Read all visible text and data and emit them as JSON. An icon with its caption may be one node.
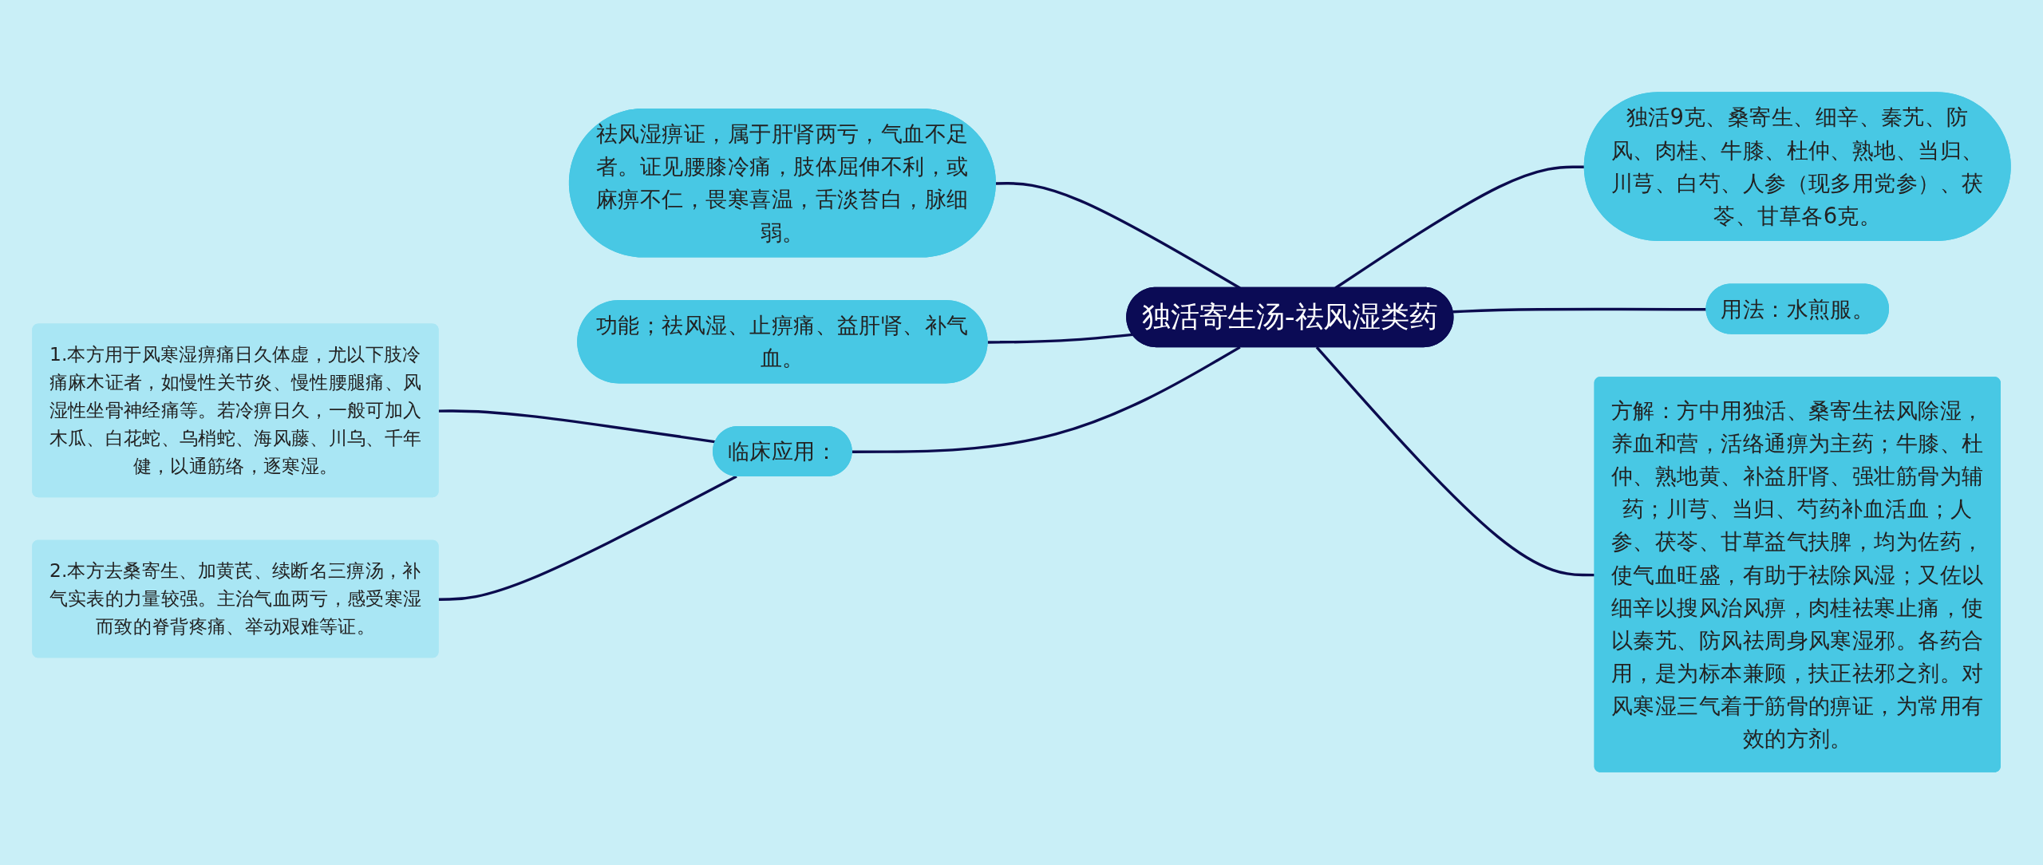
{
  "diagram": {
    "nodes": [
      {
        "text": [
          "独活寄生汤-祛风湿类药"
        ]
      },
      {
        "text": [
          "独活9克、桑寄生、细辛、秦艽、防风、肉桂、牛膝、杜仲、熟地、当归、川芎、白芍、人参（现多用党参）、茯苓、甘草各6克。"
        ]
      },
      {
        "text": [
          "用法：水煎服。"
        ]
      },
      {
        "text": [
          "方解：方中用独活、桑寄生祛风除湿，养血和营，活络通痹为主药；牛膝、杜仲、熟地黄、补益肝肾、强壮筋骨为辅药；川芎、当归、芍药补血活血；人参、茯苓、甘草益气扶脾，均为佐药，使气血旺盛，有助于祛除风湿；又佐以细辛以搜风治风痹，肉桂祛寒止痛，使以秦艽、防风祛周身风寒湿邪。各药合用，是为标本兼顾，扶正祛邪之剂。对风寒湿三气着于筋骨的痹证，为常用有效的方剂。"
        ]
      },
      {
        "text": [
          "祛风湿痹证，属于肝肾两亏，气血不足者。证见腰膝冷痛，肢体屈伸不利，或麻痹不仁，畏寒喜温，舌淡苔白，脉细弱。"
        ]
      },
      {
        "text": [
          "功能；祛风湿、止痹痛、益肝肾、补气血。"
        ]
      },
      {
        "text": [
          "临床应用："
        ]
      },
      {
        "text": [
          "1.本方用于风寒湿痹痛日久体虚，尤以下肢冷痛麻木证者，如慢性关节炎、慢性腰腿痛、风湿性坐骨神经痛等。若冷痹日久，一般可加入木瓜、白花蛇、乌梢蛇、海风藤、川乌、千年健，以通筋络，逐寒湿。"
        ]
      },
      {
        "text": [
          "2.本方去桑寄生、加黄芪、续断名三痹汤，补气实表的力量较强。主治气血两亏，感受寒湿而致的脊背疼痛、举动艰难等证。"
        ]
      }
    ],
    "edges": [
      {
        "from": 0,
        "to": 1,
        "arrow": "none"
      },
      {
        "from": 0,
        "to": 2,
        "arrow": "none"
      },
      {
        "from": 0,
        "to": 3,
        "arrow": "none"
      },
      {
        "from": 0,
        "to": 4,
        "arrow": "none"
      },
      {
        "from": 0,
        "to": 5,
        "arrow": "none"
      },
      {
        "from": 0,
        "to": 6,
        "arrow": "none"
      },
      {
        "from": 6,
        "to": 7,
        "arrow": "none"
      },
      {
        "from": 6,
        "to": 8,
        "arrow": "none"
      }
    ]
  }
}
